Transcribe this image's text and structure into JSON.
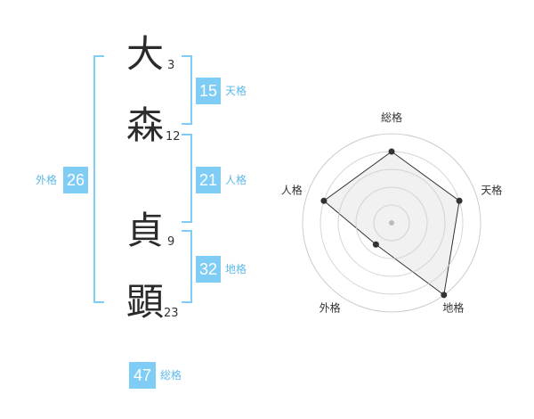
{
  "name": {
    "chars": [
      {
        "char": "大",
        "strokes": "3"
      },
      {
        "char": "森",
        "strokes": "12"
      },
      {
        "char": "貞",
        "strokes": "9"
      },
      {
        "char": "顕",
        "strokes": "23"
      }
    ]
  },
  "kaku": {
    "tenkaku": {
      "value": "15",
      "label": "天格"
    },
    "jinkaku": {
      "value": "21",
      "label": "人格"
    },
    "chikaku": {
      "value": "32",
      "label": "地格"
    },
    "gaikaku": {
      "value": "26",
      "label": "外格"
    },
    "soukaku": {
      "value": "47",
      "label": "総格"
    }
  },
  "chart_data": {
    "type": "radar",
    "axes": [
      "総格",
      "天格",
      "地格",
      "外格",
      "人格"
    ],
    "values": [
      4,
      4,
      5,
      1.5,
      4
    ],
    "rmax": 5,
    "rings": 5,
    "colors": {
      "fill": "#eeeeee",
      "line": "#333333",
      "ring": "#cccccc",
      "point": "#333333",
      "center": "#bbbbbb"
    }
  }
}
